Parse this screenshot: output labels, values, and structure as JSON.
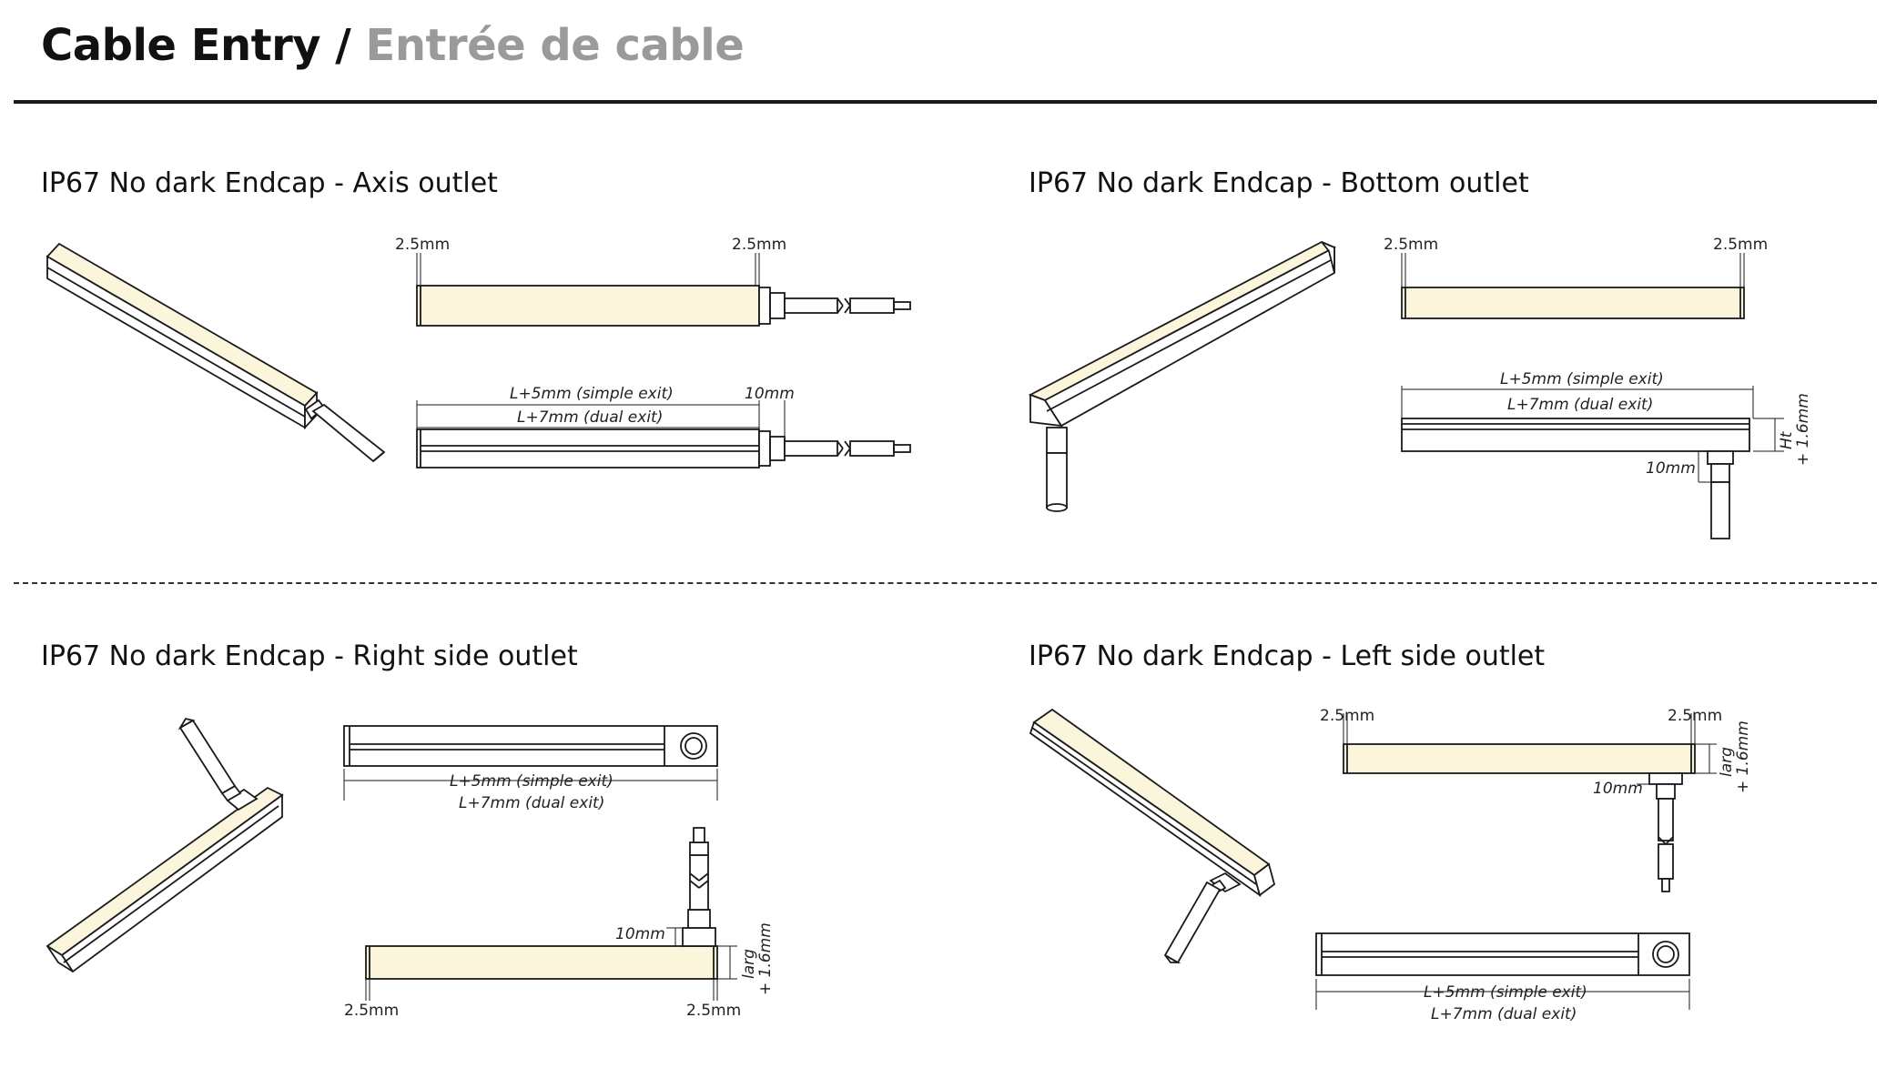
{
  "header": {
    "title_en": "Cable Entry /",
    "title_fr": "Entrée de cable"
  },
  "panels": [
    {
      "title": "IP67 No dark Endcap - Axis outlet"
    },
    {
      "title": "IP67 No dark Endcap - Bottom outlet"
    },
    {
      "title": "IP67 No dark Endcap - Right side outlet"
    },
    {
      "title": "IP67 No dark Endcap - Left side outlet"
    }
  ],
  "dimensions": {
    "d25": "2.5mm",
    "d10": "10mm",
    "simple": "L+5mm (simple exit)",
    "dual": "L+7mm (dual exit)",
    "ht": "Ht",
    "larg": "larg",
    "plus16": "+ 1.6mm"
  },
  "colors": {
    "diffuser": "#fbf5dc",
    "line": "#1a1a1a",
    "subtitle": "#9a9a9a"
  }
}
